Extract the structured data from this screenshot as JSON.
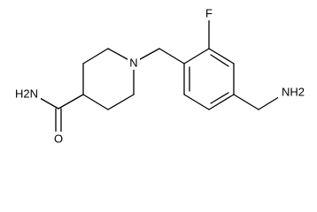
{
  "molecule": {
    "labels": {
      "fluorine": "F",
      "ring_nitrogen": "N",
      "amide_amine": "H2N",
      "amide_oxygen": "O",
      "aminomethyl_amine": "NH2"
    }
  },
  "colors": {
    "bond": "#000000",
    "text": "#000000",
    "background": "#ffffff"
  }
}
